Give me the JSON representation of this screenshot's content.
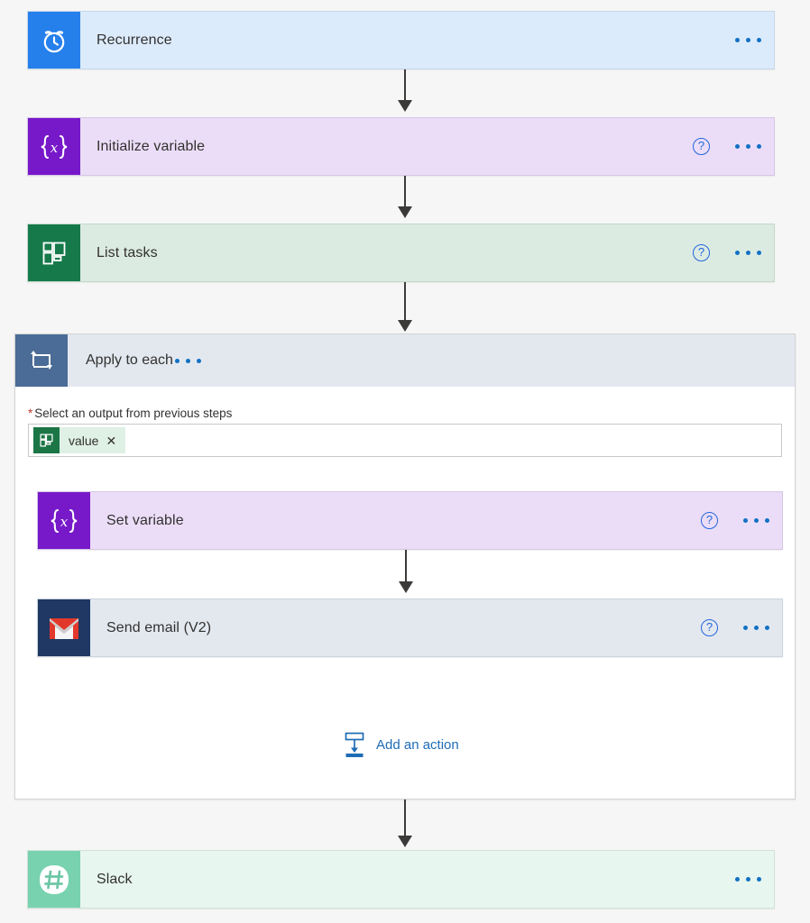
{
  "canvas": {
    "background": "#f6f6f6",
    "accent_blue": "#1171c4"
  },
  "steps": [
    {
      "id": "recurrence",
      "title": "Recurrence",
      "icon": "alarm-clock-icon",
      "icon_bg": "#2680eb",
      "card_bg": "#dcebfb",
      "border": "#c7d8ea",
      "has_help": false,
      "has_menu": true,
      "menu_label": "More commands"
    },
    {
      "id": "initialize-variable",
      "title": "Initialize variable",
      "icon": "variable-braces-icon",
      "icon_bg": "#7719c9",
      "card_bg": "#ebddf7",
      "border": "#d6c6e6",
      "has_help": true,
      "has_menu": true,
      "help_label": "?",
      "menu_label": "More commands"
    },
    {
      "id": "list-tasks",
      "title": "List tasks",
      "icon": "planner-board-icon",
      "icon_bg": "#16794a",
      "card_bg": "#dcebe2",
      "border": "#c4d8cc",
      "has_help": true,
      "has_menu": true,
      "help_label": "?",
      "menu_label": "More commands"
    }
  ],
  "scope": {
    "id": "apply-to-each",
    "title": "Apply to each",
    "icon": "loop-repeat-icon",
    "icon_bg": "#4a6c96",
    "header_bg": "#e3e8ef",
    "has_menu": true,
    "menu_label": "More commands",
    "field": {
      "required_marker": "*",
      "label": "Select an output from previous steps",
      "token": {
        "icon": "planner-board-icon",
        "icon_bg": "#1b7545",
        "text": "value",
        "remove_label": "✕"
      }
    },
    "inner_steps": [
      {
        "id": "set-variable",
        "title": "Set variable",
        "icon": "variable-braces-icon",
        "icon_bg": "#7719c9",
        "card_bg": "#ebddf7",
        "border": "#d6c6e6",
        "has_help": true,
        "has_menu": true,
        "help_label": "?",
        "menu_label": "More commands"
      },
      {
        "id": "send-email-v2",
        "title": "Send email (V2)",
        "icon": "gmail-envelope-icon",
        "icon_bg": "#1f3864",
        "card_bg": "#e3e8ef",
        "border": "#ccd3dd",
        "has_help": true,
        "has_menu": true,
        "help_label": "?",
        "menu_label": "More commands"
      }
    ],
    "add_action": {
      "icon": "insert-action-icon",
      "label": "Add an action"
    }
  },
  "final_step": {
    "id": "slack",
    "title": "Slack",
    "icon": "slack-hash-icon",
    "icon_bg": "#78d2b0",
    "card_bg": "#e7f6ee",
    "border": "#cfe3d8",
    "has_help": false,
    "has_menu": true,
    "menu_label": "More commands"
  },
  "connectors": [
    {
      "id": "conn-recurrence-to-init"
    },
    {
      "id": "conn-init-to-list"
    },
    {
      "id": "conn-list-to-scope"
    },
    {
      "id": "conn-setvar-to-email"
    },
    {
      "id": "conn-scope-to-slack"
    }
  ]
}
